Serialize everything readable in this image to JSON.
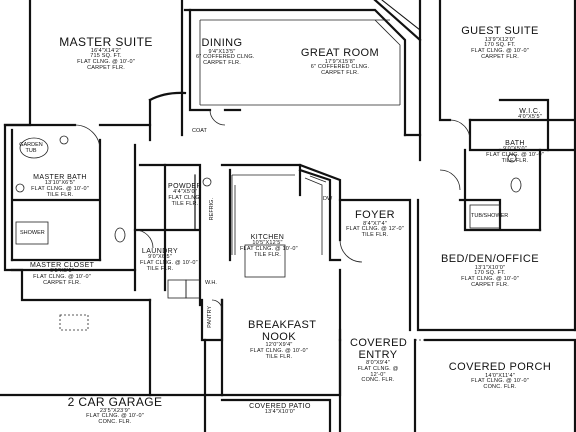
{
  "plan": {
    "rooms": {
      "master_suite": {
        "name": "MASTER SUITE",
        "lines": [
          "16'4\"X14'2\"",
          "715 SQ. FT.",
          "FLAT CLNG. @ 10'-0\"",
          "CARPET FLR."
        ]
      },
      "dining": {
        "name": "DINING",
        "lines": [
          "9'4\"X13'5\"",
          "6\" COFFERED CLNG.",
          "CARPET FLR."
        ]
      },
      "great_room": {
        "name": "GREAT ROOM",
        "lines": [
          "17'9\"X15'8\"",
          "6\" COFFERED CLNG.",
          "CARPET FLR."
        ]
      },
      "guest_suite": {
        "name": "GUEST SUITE",
        "lines": [
          "13'9\"X12'0\"",
          "170 SQ. FT.",
          "FLAT CLNG. @ 10'-0\"",
          "CARPET FLR."
        ]
      },
      "master_bath": {
        "name": "MASTER BATH",
        "lines": [
          "13'10\"X6'5\"",
          "FLAT CLNG. @ 10'-0\"",
          "TILE FLR."
        ]
      },
      "master_closet": {
        "name": "MASTER CLOSET",
        "lines": [
          "9'5\"X5'5\"",
          "FLAT CLNG. @ 10'-0\"",
          "CARPET FLR."
        ]
      },
      "laundry": {
        "name": "LAUNDRY",
        "lines": [
          "9'0\"X6'5\"",
          "FLAT CLNG. @ 10'-0\"",
          "TILE FLR."
        ]
      },
      "powder": {
        "name": "POWDER",
        "lines": [
          "4'4\"X5'0\"",
          "FLAT CLNG.",
          "TILE FLR."
        ]
      },
      "kitchen": {
        "name": "KITCHEN",
        "lines": [
          "10'5\"X12'5\"",
          "FLAT CLNG. @ 10'-0\"",
          "TILE FLR."
        ]
      },
      "foyer": {
        "name": "FOYER",
        "lines": [
          "8'4\"X7'4\"",
          "FLAT CLNG. @ 12'-0\"",
          "TILE FLR."
        ]
      },
      "bed_den_office": {
        "name": "BED/DEN/OFFICE",
        "lines": [
          "13'1\"X10'0\"",
          "170 SQ. FT.",
          "FLAT CLNG. @ 10'-0\"",
          "CARPET FLR."
        ]
      },
      "breakfast_nook": {
        "name": "BREAKFAST NOOK",
        "lines": [
          "12'0\"X9'4\"",
          "FLAT CLNG. @ 10'-0\"",
          "TILE FLR."
        ]
      },
      "covered_entry": {
        "name": "COVERED ENTRY",
        "lines": [
          "8'0\"X9'4\"",
          "FLAT CLNG. @ 12'-0\"",
          "CONC. FLR."
        ]
      },
      "covered_porch": {
        "name": "COVERED PORCH",
        "lines": [
          "14'0\"X11'4\"",
          "FLAT CLNG. @ 10'-0\"",
          "CONC. FLR."
        ]
      },
      "garage": {
        "name": "2 CAR GARAGE",
        "lines": [
          "23'5\"X23'9\"",
          "FLAT CLNG. @ 10'-0\"",
          "CONC. FLR."
        ]
      },
      "covered_patio": {
        "name": "COVERED PATIO",
        "lines": [
          "13'4\"X10'0\""
        ]
      },
      "bath": {
        "name": "BATH",
        "lines": [
          "9'0\"X5'0\"",
          "FLAT CLNG. @ 10'-0\"",
          "TILE FLR."
        ]
      },
      "wic": {
        "name": "W.I.C.",
        "lines": [
          "4'0\"X5'5\""
        ]
      }
    },
    "tags": {
      "garden_tub": "GARDEN TUB",
      "shower": "SHOWER",
      "tub_shower": "TUB/SHOWER",
      "coat": "COAT",
      "pantry": "PANTRY",
      "refrig": "REFRIG.",
      "dw": "DW",
      "wh": "W.H."
    }
  }
}
